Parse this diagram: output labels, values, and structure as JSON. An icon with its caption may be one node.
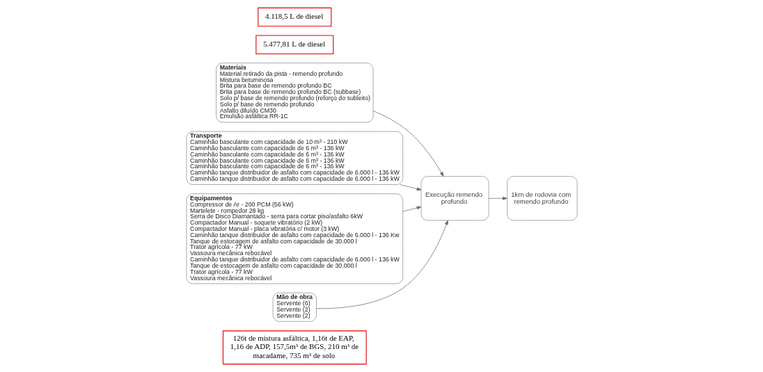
{
  "diagram": {
    "nodes": [
      {
        "text": [
          "126t de mistura asfáltica, 1,16t de EAP, 1,16 de ADP, 157,5m³ de BGS, 210 m³ de macadame, 735 m³ de solo"
        ]
      },
      {
        "text": [
          "Materiais",
          "Material retirado da pista - remendo profundo",
          "Mistura betuminosa",
          "Brita para base de remendo profundo BC",
          "Brita para base de remendo profundo BC (subbase)",
          "Solo p/ base de remendo profundo (reforço do subleito)",
          "Solo p/ base de remendo profundo",
          "Asfalto diluído CM30",
          "Emulsão asfáltica RR-1C"
        ]
      },
      {
        "text": [
          "Transporte",
          "Caminhão basculante com capacidade de 10 m³ - 210 kW",
          "Caminhão basculante com capacidade de 6 m³ - 136 kW",
          "Caminhão basculante com capacidade de 6 m³ - 136 kW",
          "Caminhão basculante com capacidade de 6 m³ - 136 kW",
          "Caminhão basculante com capacidade de 6 m³ - 136 kW",
          "Caminhão tanque distribuidor de asfalto com capacidade de 6.000 l - 136 kW",
          "Caminhão tanque distribuidor de asfalto com capacidade de 6.000 l - 136 kW"
        ]
      },
      {
        "text": [
          "5.477,81 L de diesel"
        ]
      },
      {
        "text": [
          "Equipamentos",
          "Compressor de Ar - 200 PCM (56 kW)",
          "Martelete - rompedor 28 kg",
          "Serra de Disco Diamantado - serra para cortar piso/asfalto 6kW",
          "Compactador Manual - soquete vibratório (2 kW)",
          "Compactador Manual - placa vibratória c/ motor (3 kW)",
          "Caminhão tanque distribuidor de asfalto com capacidade de 6.000 l - 136 Kw",
          "Tanque de estocagem de asfalto com capacidade de 30.000 l",
          "Trator agrícola - 77 kW",
          "Vassoura mecânica rebocável",
          "Caminhão tanque distribuidor de asfalto com capacidade de 6.000 l - 136 kW",
          "Tanque de estocagem de asfalto com capacidade de 30.000 l",
          "Trator agrícola - 77 kW",
          "Vassoura mecânica rebocável"
        ]
      },
      {
        "text": [
          "4.118,5 L de diesel"
        ]
      },
      {
        "text": [
          "Execução remendo profundo"
        ]
      },
      {
        "text": [
          "1km de rodovia com remendo profundo"
        ]
      },
      {
        "text": [
          "Mão de obra",
          "Servente (6)",
          "Servente (2)",
          "Servente (2)"
        ]
      }
    ],
    "edges": [
      {
        "from": 1,
        "to": 6,
        "arrow": "to"
      },
      {
        "from": 2,
        "to": 6,
        "arrow": "to"
      },
      {
        "from": 4,
        "to": 6,
        "arrow": "to"
      },
      {
        "from": 8,
        "to": 6,
        "arrow": "to"
      },
      {
        "from": 6,
        "to": 7,
        "arrow": "to"
      }
    ]
  }
}
